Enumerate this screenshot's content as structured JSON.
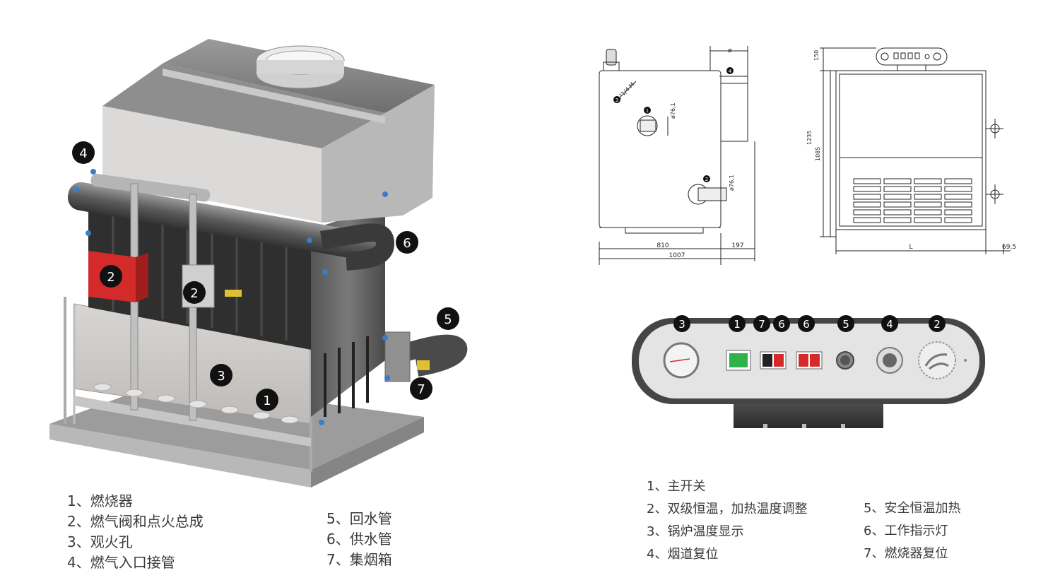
{
  "boiler_callouts": [
    "1",
    "2",
    "2",
    "3",
    "4",
    "5",
    "6",
    "7"
  ],
  "drawing": {
    "side_labels": {
      "phi": "ø",
      "thread": "1\"1/4 M.",
      "d1": "ø76,1",
      "d2": "ø76,1",
      "w810": "810",
      "w197": "197",
      "w1007": "1007"
    },
    "front_labels": {
      "h150": "150",
      "h1235": "1235",
      "h1085": "1085",
      "L": "L",
      "w695": "69,5"
    },
    "side_markers": [
      "1",
      "2",
      "3",
      "4"
    ]
  },
  "panel_markers": [
    "3",
    "1",
    "7",
    "6",
    "6",
    "5",
    "4",
    "2"
  ],
  "legend_left": {
    "col1": [
      "1、燃烧器",
      "2、燃气阀和点火总成",
      "3、观火孔",
      "4、燃气入口接管"
    ],
    "col2": [
      "5、回水管",
      "6、供水管",
      "7、集烟箱"
    ]
  },
  "legend_right": {
    "col1": [
      "1、主开关",
      "2、双级恒温，加热温度调整",
      "3、锅炉温度显示",
      "4、烟道复位"
    ],
    "col2": [
      "5、安全恒温加热",
      "6、工作指示灯",
      "7、燃烧器复位"
    ]
  },
  "colors": {
    "red_block": "#d42a2a",
    "green_switch": "#2db34a",
    "marker_bg": "#111111"
  }
}
